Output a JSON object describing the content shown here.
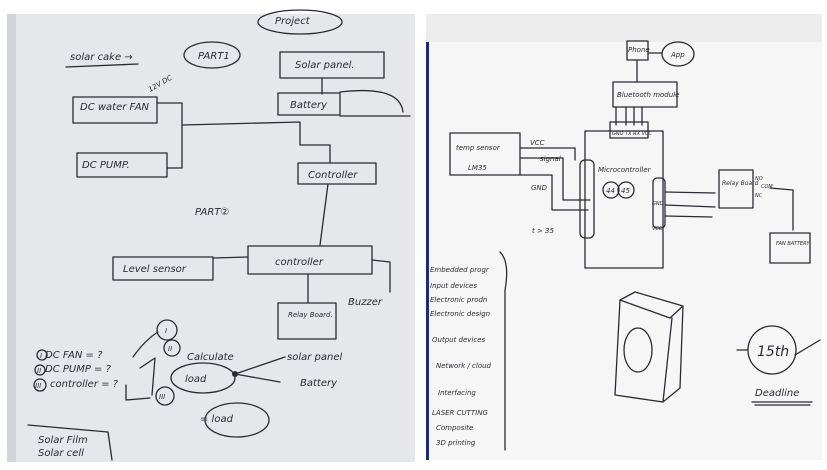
{
  "left_sheet": {
    "project": "Project",
    "solar_cake": "solar cake →",
    "part1": "PART1",
    "voltage": "12V DC",
    "solar_panel": "Solar panel.",
    "battery": "Battery",
    "dc_fan": "DC water FAN",
    "dc_pump": "DC PUMP.",
    "controller_top": "Controller",
    "part2": "PART②",
    "level_sensor": "Level sensor",
    "controller": "controller",
    "buzzer": "Buzzer",
    "relay_board": "Relay Board.",
    "list": [
      "DC FAN = ?",
      "DC PUMP = ?",
      "controller = ?"
    ],
    "list_markers": [
      "I",
      "II",
      "III"
    ],
    "step_markers": [
      "I",
      "II",
      "III"
    ],
    "calculate": "Calculate",
    "load": "load",
    "load2": "= load",
    "to_solar_panel": "solar panel",
    "to_battery": "Battery",
    "solar_film": "Solar Film",
    "solar_cell": "Solar cell"
  },
  "right_sheet": {
    "phone": "Phone",
    "app": "App",
    "bluetooth": "Bluetooth module",
    "pins": "GND TX RX VCC",
    "temp_sensor": "temp sensor",
    "lm35": "LM35",
    "vcc": "VCC",
    "signal": "signal",
    "gnd": "GND",
    "threshold": "t > 35",
    "microcontroller": "Microcontroller",
    "pin44": "44",
    "pin45": "45",
    "gnd2": "GND",
    "vcc2": "VCC",
    "relay_board": "Relay Board",
    "relay_pins": [
      "NO",
      "COM",
      "NC"
    ],
    "fan_battery": "FAN BATTERY",
    "list": [
      "Embedded progr",
      "Input devices",
      "Electronic prodn",
      "Electronic design",
      "Output devices",
      "Network / cloud",
      "Interfacing",
      "LASER CUTTING",
      "Composite",
      "3D printing"
    ],
    "date": "15th",
    "deadline": "Deadline"
  }
}
